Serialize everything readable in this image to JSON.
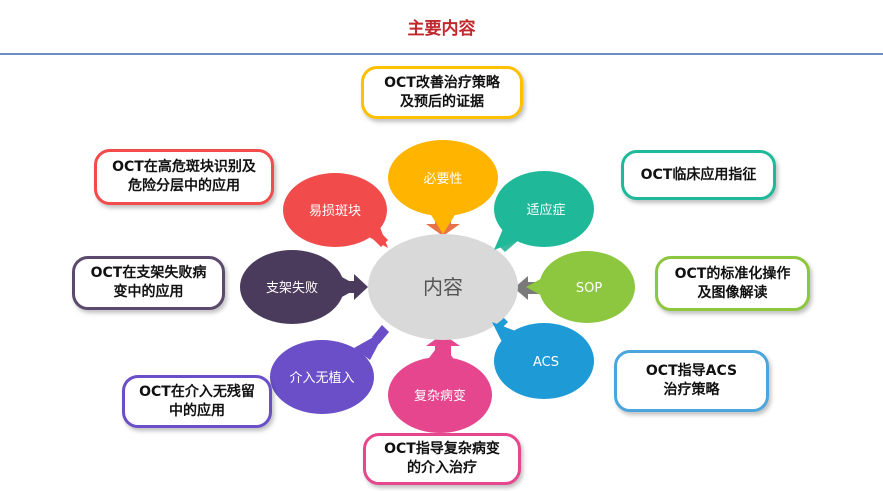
{
  "header": {
    "title": "主要内容"
  },
  "center": {
    "label": "内容",
    "color": "#d9d9d9"
  },
  "nodes": [
    {
      "id": "necessity",
      "label": "必要性",
      "color": "#ffb400"
    },
    {
      "id": "indication",
      "label": "适应症",
      "color": "#1fb99a"
    },
    {
      "id": "sop",
      "label": "SOP",
      "color": "#8dc63f"
    },
    {
      "id": "acs",
      "label": "ACS",
      "color": "#1e9ad6"
    },
    {
      "id": "complex",
      "label": "复杂病变",
      "color": "#e5468d"
    },
    {
      "id": "intervention",
      "label": "介入无植入",
      "color": "#6a4fc8"
    },
    {
      "id": "stent",
      "label": "支架失败",
      "color": "#4a3a5c"
    },
    {
      "id": "plaque",
      "label": "易损斑块",
      "color": "#f24b4b"
    }
  ],
  "boxes": [
    {
      "id": "evidence",
      "lines": [
        "OCT改善治疗策略",
        "及预后的证据"
      ],
      "color": "#ffc000"
    },
    {
      "id": "clinical",
      "lines": [
        "OCT临床应用指征"
      ],
      "color": "#1fb99a"
    },
    {
      "id": "standard",
      "lines": [
        "OCT的标准化操作",
        "及图像解读"
      ],
      "color": "#8dc63f"
    },
    {
      "id": "acs-guide",
      "lines": [
        "OCT指导ACS",
        "治疗策略"
      ],
      "color": "#4aa6dd"
    },
    {
      "id": "complex-guide",
      "lines": [
        "OCT指导复杂病变",
        "的介入治疗"
      ],
      "color": "#e5468d"
    },
    {
      "id": "no-implant",
      "lines": [
        "OCT在介入无残留",
        "中的应用"
      ],
      "color": "#6a4fc8"
    },
    {
      "id": "stent-failure",
      "lines": [
        "OCT在支架失败病",
        "变中的应用"
      ],
      "color": "#5c4a6e"
    },
    {
      "id": "vulnerable",
      "lines": [
        "OCT在高危斑块识别及",
        "危险分层中的应用"
      ],
      "color": "#f24b4b"
    }
  ]
}
